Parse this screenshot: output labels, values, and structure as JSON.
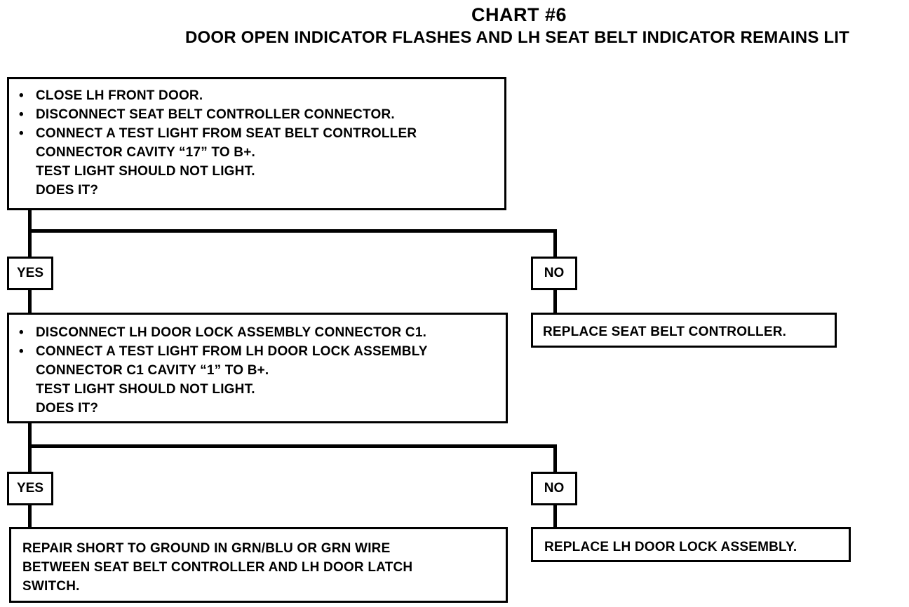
{
  "header": {
    "title": "CHART #6",
    "subtitle": "DOOR OPEN INDICATOR FLASHES AND LH SEAT BELT INDICATOR REMAINS LIT"
  },
  "step1": {
    "bullets": [
      "CLOSE LH FRONT DOOR.",
      "DISCONNECT SEAT BELT CONTROLLER CONNECTOR.",
      "CONNECT A TEST LIGHT FROM SEAT BELT CONTROLLER"
    ],
    "continuation": [
      "CONNECTOR CAVITY “17” TO B+.",
      "TEST LIGHT SHOULD NOT LIGHT.",
      "DOES IT?"
    ]
  },
  "branch1": {
    "yes": "YES",
    "no": "NO"
  },
  "step1_no_result": "REPLACE SEAT BELT CONTROLLER.",
  "step2": {
    "bullets": [
      "DISCONNECT LH DOOR LOCK ASSEMBLY CONNECTOR C1.",
      "CONNECT A TEST LIGHT FROM LH DOOR LOCK ASSEMBLY"
    ],
    "continuation": [
      "CONNECTOR C1 CAVITY “1” TO B+.",
      "TEST LIGHT SHOULD NOT LIGHT.",
      "DOES IT?"
    ]
  },
  "branch2": {
    "yes": "YES",
    "no": "NO"
  },
  "step2_no_result": "REPLACE LH DOOR LOCK ASSEMBLY.",
  "step2_yes_result": [
    "REPAIR SHORT TO GROUND IN GRN/BLU OR GRN WIRE",
    "BETWEEN SEAT BELT CONTROLLER AND LH DOOR LATCH",
    "SWITCH."
  ]
}
